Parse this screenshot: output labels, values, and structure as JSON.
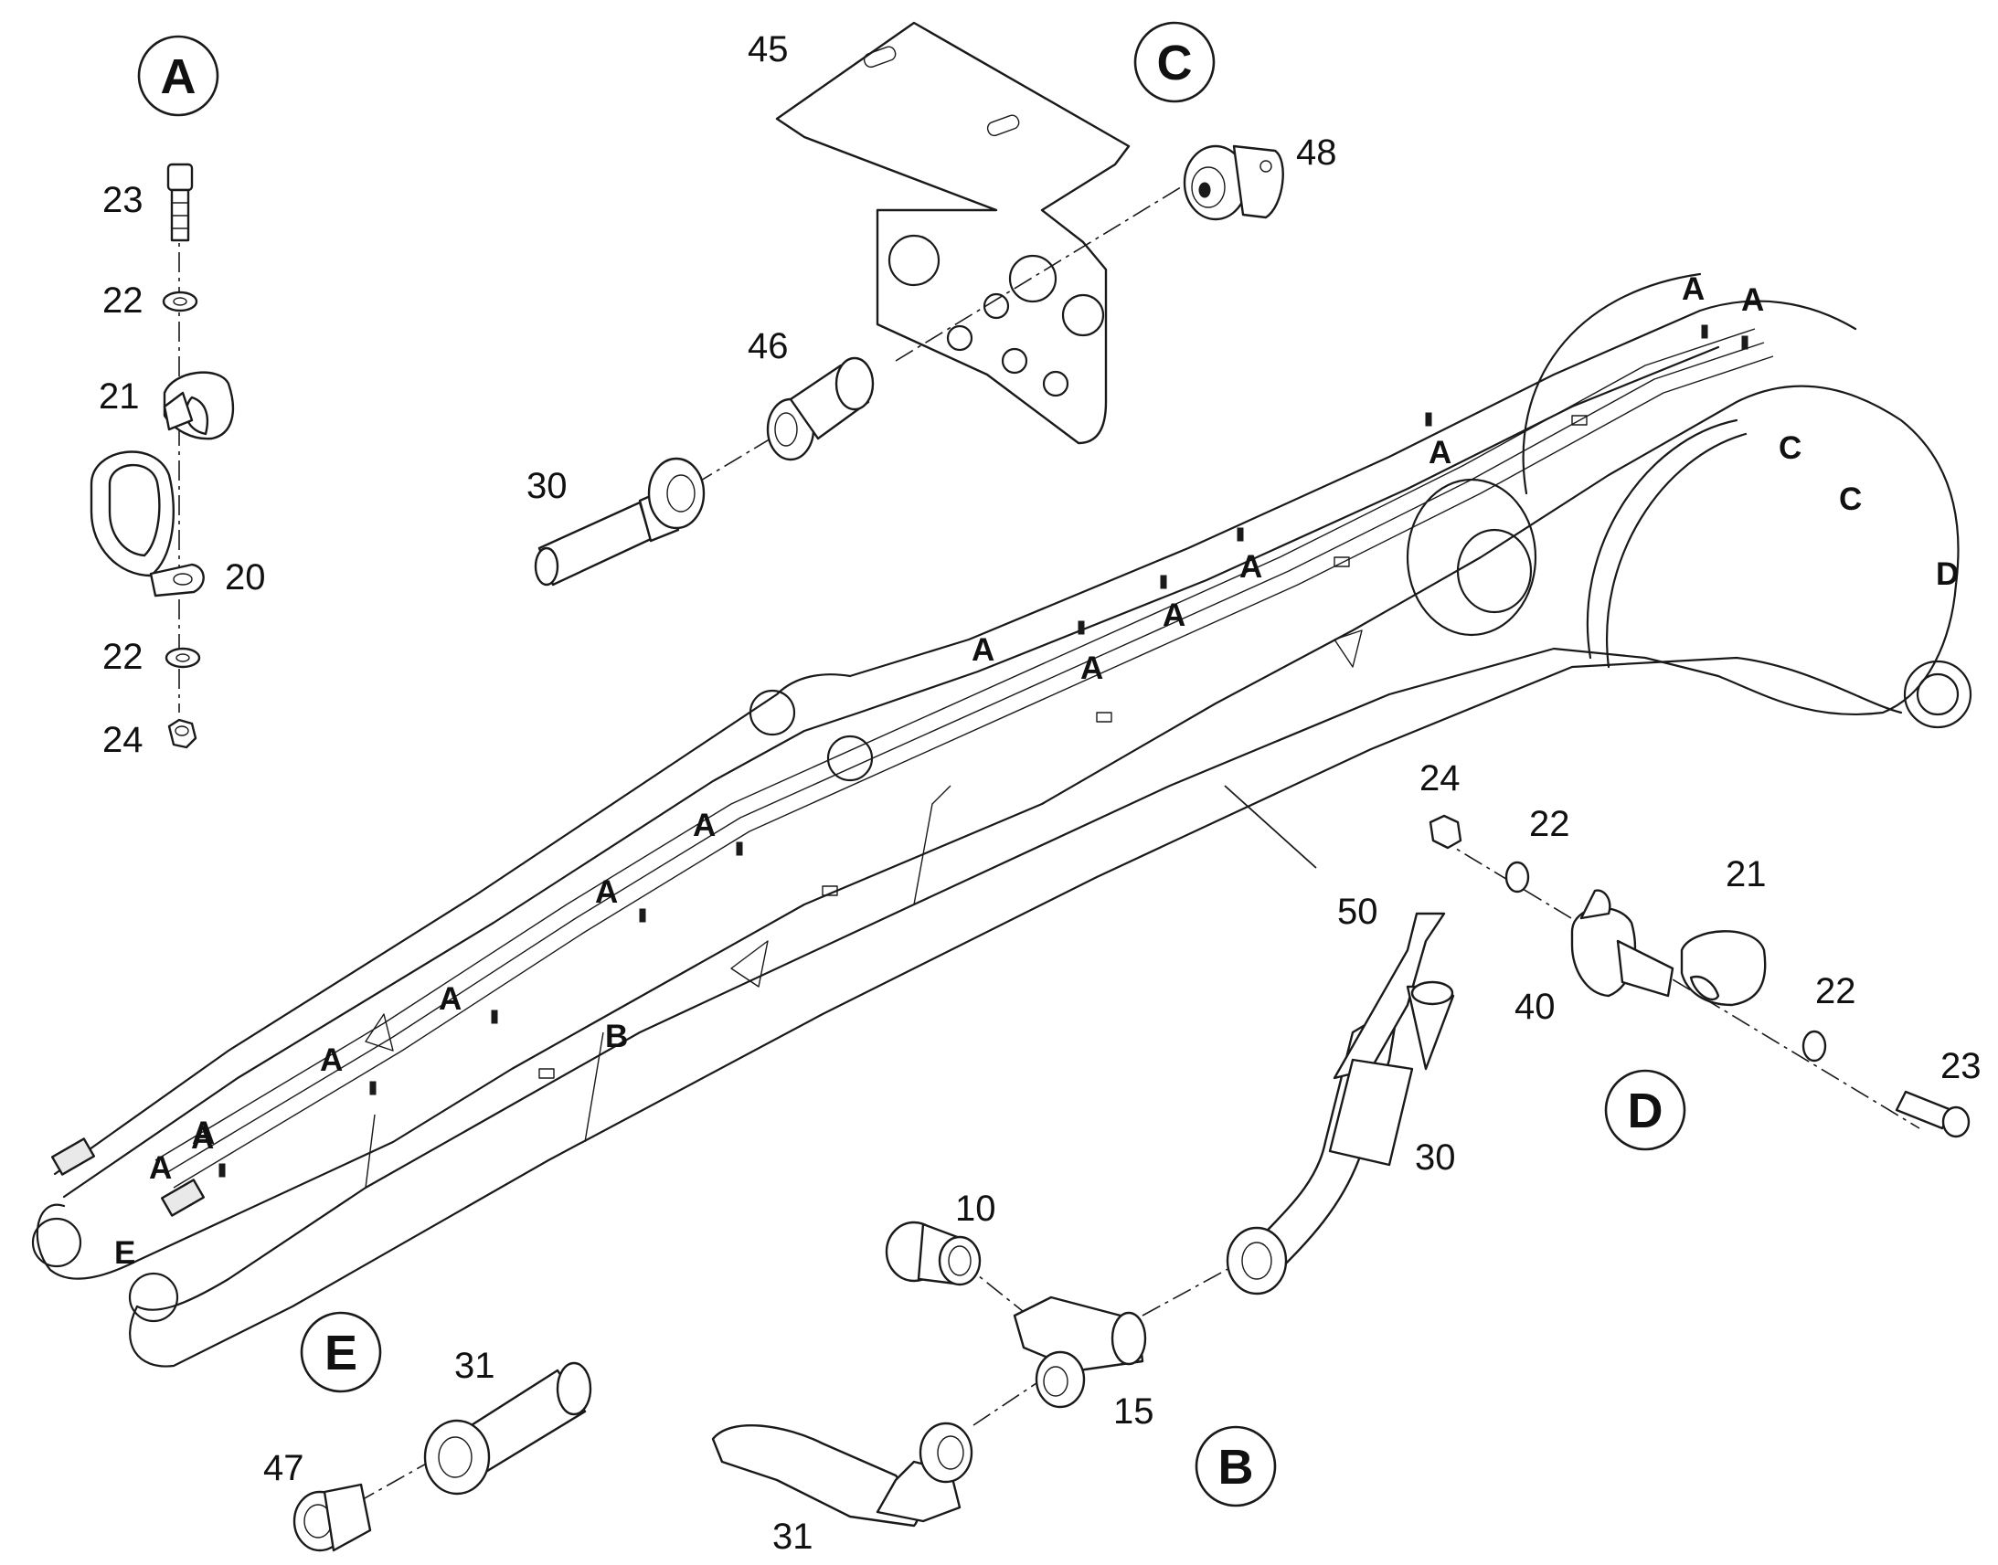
{
  "detail_views": [
    {
      "label": "A"
    },
    {
      "label": "B"
    },
    {
      "label": "C"
    },
    {
      "label": "D"
    },
    {
      "label": "E"
    }
  ],
  "part_numbers": [
    "23",
    "22",
    "21",
    "20",
    "22",
    "24",
    "45",
    "48",
    "46",
    "30",
    "24",
    "22",
    "21",
    "40",
    "22",
    "23",
    "10",
    "30",
    "15",
    "31",
    "31",
    "47",
    "50"
  ],
  "boom_callouts": [
    "A",
    "A",
    "A",
    "C",
    "C",
    "D",
    "A",
    "A",
    "A",
    "A",
    "A",
    "A",
    "A",
    "A",
    "A",
    "B",
    "A",
    "A",
    "A",
    "E"
  ]
}
